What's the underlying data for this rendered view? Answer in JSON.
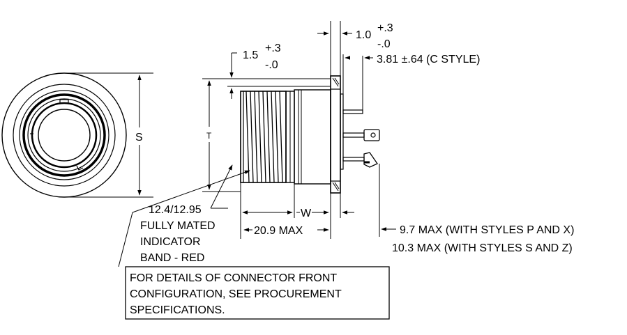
{
  "drawing": {
    "label_s": "S",
    "label_t": "T",
    "label_w": "W",
    "dim_thread": "12.4/12.95",
    "indicator_line1": "FULLY MATED",
    "indicator_line2": "INDICATOR",
    "indicator_line3": "BAND - RED",
    "dim_length": "20.9 MAX",
    "dim_flange_value": "1.5",
    "dim_flange_plus": "+.3",
    "dim_flange_minus": "-.0",
    "dim_panel_value": "1.0",
    "dim_panel_plus": "+.3",
    "dim_panel_minus": "-.0",
    "dim_c_style": "3.81 ±.64 (C STYLE)",
    "dim_max_px": "9.7 MAX (WITH STYLES P AND X)",
    "dim_max_sz": "10.3 MAX (WITH STYLES S AND Z)",
    "note_line1": "FOR DETAILS OF CONNECTOR FRONT",
    "note_line2": "CONFIGURATION, SEE PROCUREMENT",
    "note_line3": "SPECIFICATIONS."
  }
}
